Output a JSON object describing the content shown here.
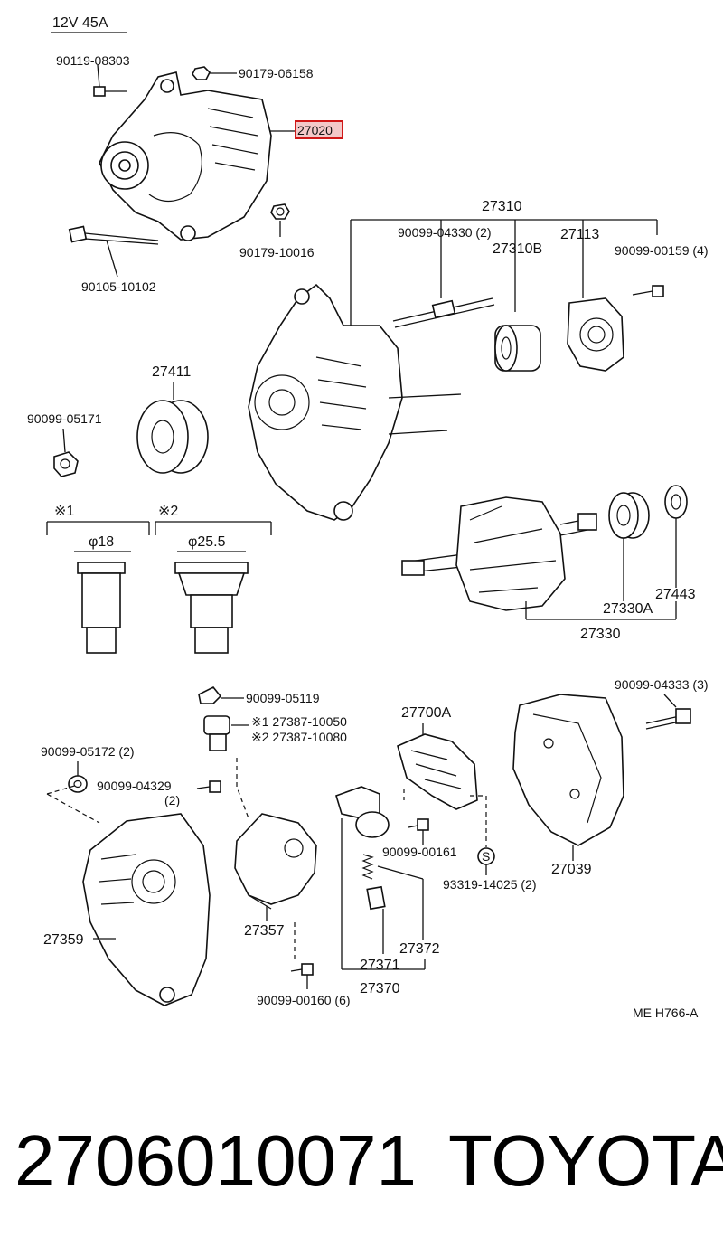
{
  "header": {
    "spec": "12V  45A"
  },
  "callouts": {
    "p90119_08303": "90119-08303",
    "p90179_06158": "90179-06158",
    "p27020": "27020",
    "p90179_10016": "90179-10016",
    "p90105_10102": "90105-10102",
    "p27310": "27310",
    "p90099_04330": "90099-04330 (2)",
    "p27310B": "27310B",
    "p27113": "27113",
    "p90099_00159": "90099-00159 (4)",
    "p27411": "27411",
    "p90099_05171": "90099-05171",
    "note1_mark": "※1",
    "note2_mark": "※2",
    "note1_dim": "φ18",
    "note2_dim": "φ25.5",
    "p27443": "27443",
    "p27330A": "27330A",
    "p27330": "27330",
    "p90099_05119": "90099-05119",
    "p27387_1": "※1 27387-10050",
    "p27387_2": "※2 27387-10080",
    "p27700A": "27700A",
    "p90099_04333": "90099-04333 (3)",
    "p90099_05172": "90099-05172 (2)",
    "p90099_04329": "90099-04329",
    "p90099_04329_qty": "(2)",
    "p90099_00161": "90099-00161",
    "p93319_14025": "93319-14025 (2)",
    "p27039": "27039",
    "p27357": "27357",
    "p27359": "27359",
    "p27371": "27371",
    "p27372": "27372",
    "p27370": "27370",
    "p90099_00160": "90099-00160 (6)",
    "s_symbol": "S",
    "drawing_code": "ME H766-A"
  },
  "footer": {
    "part_number": "2706010071",
    "brand": "TOYOTA"
  },
  "highlight_color": "#d01818"
}
